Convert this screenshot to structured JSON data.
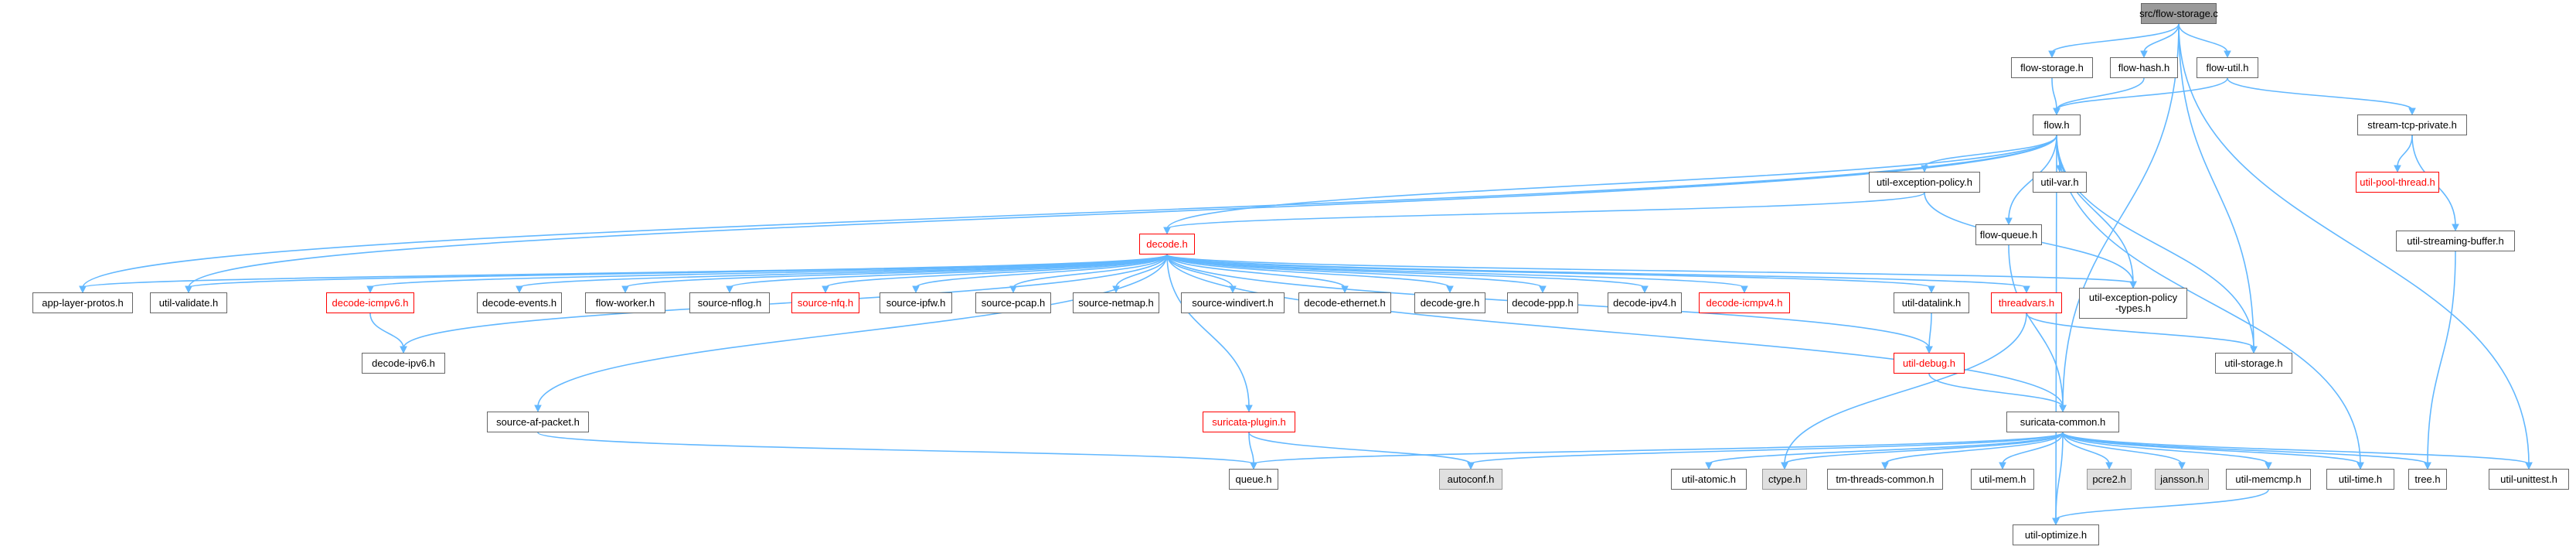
{
  "graph": {
    "nodes": [
      {
        "id": "n_root",
        "label": "src/flow-storage.c",
        "kind": "root"
      },
      {
        "id": "n_fs_h",
        "label": "flow-storage.h",
        "kind": "normal"
      },
      {
        "id": "n_fhash",
        "label": "flow-hash.h",
        "kind": "normal"
      },
      {
        "id": "n_futil",
        "label": "flow-util.h",
        "kind": "normal"
      },
      {
        "id": "n_flow",
        "label": "flow.h",
        "kind": "normal"
      },
      {
        "id": "n_stcp",
        "label": "stream-tcp-private.h",
        "kind": "normal"
      },
      {
        "id": "n_pool",
        "label": "util-pool-thread.h",
        "kind": "red"
      },
      {
        "id": "n_usb",
        "label": "util-streaming-buffer.h",
        "kind": "normal"
      },
      {
        "id": "n_uep",
        "label": "util-exception-policy.h",
        "kind": "normal"
      },
      {
        "id": "n_uvar",
        "label": "util-var.h",
        "kind": "normal"
      },
      {
        "id": "n_fq",
        "label": "flow-queue.h",
        "kind": "normal"
      },
      {
        "id": "n_decode",
        "label": "decode.h",
        "kind": "red"
      },
      {
        "id": "n_alp",
        "label": "app-layer-protos.h",
        "kind": "normal"
      },
      {
        "id": "n_uval",
        "label": "util-validate.h",
        "kind": "normal"
      },
      {
        "id": "n_dicmp6",
        "label": "decode-icmpv6.h",
        "kind": "red"
      },
      {
        "id": "n_devents",
        "label": "decode-events.h",
        "kind": "normal"
      },
      {
        "id": "n_fw",
        "label": "flow-worker.h",
        "kind": "normal"
      },
      {
        "id": "n_snflog",
        "label": "source-nflog.h",
        "kind": "normal"
      },
      {
        "id": "n_snfq",
        "label": "source-nfq.h",
        "kind": "red"
      },
      {
        "id": "n_sipfw",
        "label": "source-ipfw.h",
        "kind": "normal"
      },
      {
        "id": "n_spcap",
        "label": "source-pcap.h",
        "kind": "normal"
      },
      {
        "id": "n_snetmap",
        "label": "source-netmap.h",
        "kind": "normal"
      },
      {
        "id": "n_swd",
        "label": "source-windivert.h",
        "kind": "normal"
      },
      {
        "id": "n_deth",
        "label": "decode-ethernet.h",
        "kind": "normal"
      },
      {
        "id": "n_dgre",
        "label": "decode-gre.h",
        "kind": "normal"
      },
      {
        "id": "n_dppp",
        "label": "decode-ppp.h",
        "kind": "normal"
      },
      {
        "id": "n_dipv4",
        "label": "decode-ipv4.h",
        "kind": "normal"
      },
      {
        "id": "n_dicmp4",
        "label": "decode-icmpv4.h",
        "kind": "red"
      },
      {
        "id": "n_udl",
        "label": "util-datalink.h",
        "kind": "normal"
      },
      {
        "id": "n_threadvars",
        "label": "threadvars.h",
        "kind": "red"
      },
      {
        "id": "n_uept",
        "label": "util-exception-policy\n-types.h",
        "kind": "tall"
      },
      {
        "id": "n_dipv6",
        "label": "decode-ipv6.h",
        "kind": "normal"
      },
      {
        "id": "n_udebug",
        "label": "util-debug.h",
        "kind": "red"
      },
      {
        "id": "n_ustor",
        "label": "util-storage.h",
        "kind": "normal"
      },
      {
        "id": "n_safp",
        "label": "source-af-packet.h",
        "kind": "normal"
      },
      {
        "id": "n_splug",
        "label": "suricata-plugin.h",
        "kind": "red"
      },
      {
        "id": "n_scommon",
        "label": "suricata-common.h",
        "kind": "normal"
      },
      {
        "id": "n_queue",
        "label": "queue.h",
        "kind": "normal"
      },
      {
        "id": "n_autoconf",
        "label": "autoconf.h",
        "kind": "ext"
      },
      {
        "id": "n_uatomic",
        "label": "util-atomic.h",
        "kind": "normal"
      },
      {
        "id": "n_ctype",
        "label": "ctype.h",
        "kind": "ext"
      },
      {
        "id": "n_tmtc",
        "label": "tm-threads-common.h",
        "kind": "normal"
      },
      {
        "id": "n_umem",
        "label": "util-mem.h",
        "kind": "normal"
      },
      {
        "id": "n_pcre2",
        "label": "pcre2.h",
        "kind": "ext"
      },
      {
        "id": "n_jansson",
        "label": "jansson.h",
        "kind": "ext"
      },
      {
        "id": "n_umemcmp",
        "label": "util-memcmp.h",
        "kind": "normal"
      },
      {
        "id": "n_utime",
        "label": "util-time.h",
        "kind": "normal"
      },
      {
        "id": "n_tree",
        "label": "tree.h",
        "kind": "normal"
      },
      {
        "id": "n_uunit",
        "label": "util-unittest.h",
        "kind": "normal"
      },
      {
        "id": "n_uopt",
        "label": "util-optimize.h",
        "kind": "normal"
      }
    ],
    "edges": [
      [
        "n_root",
        "n_fs_h"
      ],
      [
        "n_root",
        "n_fhash"
      ],
      [
        "n_root",
        "n_futil"
      ],
      [
        "n_root",
        "n_scommon"
      ],
      [
        "n_root",
        "n_ustor"
      ],
      [
        "n_root",
        "n_uunit"
      ],
      [
        "n_fs_h",
        "n_flow"
      ],
      [
        "n_fhash",
        "n_flow"
      ],
      [
        "n_futil",
        "n_flow"
      ],
      [
        "n_futil",
        "n_stcp"
      ],
      [
        "n_stcp",
        "n_pool"
      ],
      [
        "n_stcp",
        "n_usb"
      ],
      [
        "n_usb",
        "n_tree"
      ],
      [
        "n_flow",
        "n_decode"
      ],
      [
        "n_flow",
        "n_uep"
      ],
      [
        "n_flow",
        "n_uvar"
      ],
      [
        "n_flow",
        "n_fq"
      ],
      [
        "n_flow",
        "n_alp"
      ],
      [
        "n_flow",
        "n_uval"
      ],
      [
        "n_flow",
        "n_uept"
      ],
      [
        "n_flow",
        "n_ustor"
      ],
      [
        "n_flow",
        "n_utime"
      ],
      [
        "n_flow",
        "n_uopt"
      ],
      [
        "n_uep",
        "n_decode"
      ],
      [
        "n_uep",
        "n_uept"
      ],
      [
        "n_fq",
        "n_scommon"
      ],
      [
        "n_decode",
        "n_alp"
      ],
      [
        "n_decode",
        "n_uval"
      ],
      [
        "n_decode",
        "n_dicmp6"
      ],
      [
        "n_decode",
        "n_devents"
      ],
      [
        "n_decode",
        "n_fw"
      ],
      [
        "n_decode",
        "n_snflog"
      ],
      [
        "n_decode",
        "n_snfq"
      ],
      [
        "n_decode",
        "n_sipfw"
      ],
      [
        "n_decode",
        "n_spcap"
      ],
      [
        "n_decode",
        "n_snetmap"
      ],
      [
        "n_decode",
        "n_swd"
      ],
      [
        "n_decode",
        "n_deth"
      ],
      [
        "n_decode",
        "n_dgre"
      ],
      [
        "n_decode",
        "n_dppp"
      ],
      [
        "n_decode",
        "n_dipv4"
      ],
      [
        "n_decode",
        "n_dicmp4"
      ],
      [
        "n_decode",
        "n_udl"
      ],
      [
        "n_decode",
        "n_threadvars"
      ],
      [
        "n_decode",
        "n_uept"
      ],
      [
        "n_decode",
        "n_dipv6"
      ],
      [
        "n_decode",
        "n_udebug"
      ],
      [
        "n_decode",
        "n_scommon"
      ],
      [
        "n_decode",
        "n_safp"
      ],
      [
        "n_decode",
        "n_splug"
      ],
      [
        "n_dicmp6",
        "n_dipv6"
      ],
      [
        "n_udl",
        "n_udebug"
      ],
      [
        "n_threadvars",
        "n_ustor"
      ],
      [
        "n_threadvars",
        "n_ctype"
      ],
      [
        "n_udebug",
        "n_scommon"
      ],
      [
        "n_safp",
        "n_queue"
      ],
      [
        "n_splug",
        "n_queue"
      ],
      [
        "n_splug",
        "n_autoconf"
      ],
      [
        "n_scommon",
        "n_queue"
      ],
      [
        "n_scommon",
        "n_autoconf"
      ],
      [
        "n_scommon",
        "n_uatomic"
      ],
      [
        "n_scommon",
        "n_ctype"
      ],
      [
        "n_scommon",
        "n_tmtc"
      ],
      [
        "n_scommon",
        "n_umem"
      ],
      [
        "n_scommon",
        "n_pcre2"
      ],
      [
        "n_scommon",
        "n_jansson"
      ],
      [
        "n_scommon",
        "n_umemcmp"
      ],
      [
        "n_scommon",
        "n_utime"
      ],
      [
        "n_scommon",
        "n_tree"
      ],
      [
        "n_scommon",
        "n_uunit"
      ],
      [
        "n_scommon",
        "n_uopt"
      ],
      [
        "n_umemcmp",
        "n_uopt"
      ]
    ]
  },
  "colors": {
    "edge": "#63b8ff",
    "root_fill": "#9a9a9a",
    "red_border": "#ff0000",
    "ext_fill": "#e0e0e0",
    "border": "#666666"
  }
}
